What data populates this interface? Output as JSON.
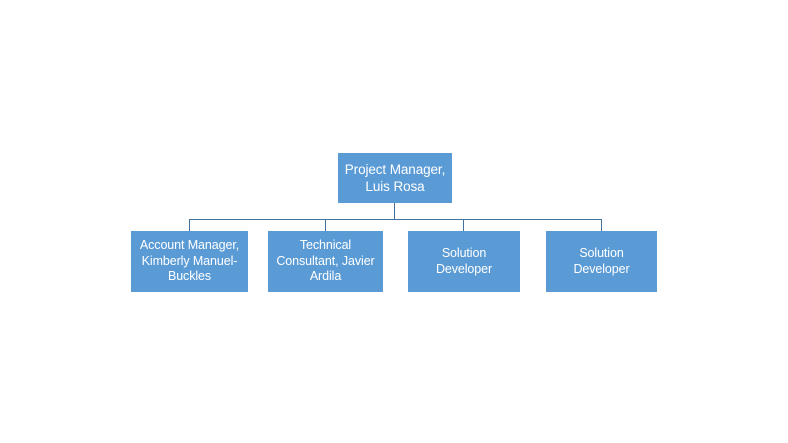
{
  "chart_data": {
    "type": "diagram",
    "diagram_type": "organizational-chart",
    "title": "",
    "orientation": "top-down",
    "node_fill_color": "#5B9BD5",
    "node_text_color": "#FFFFFF",
    "connector_color": "#41719C",
    "background_color": "#FFFFFF",
    "levels": 2,
    "nodes": [
      {
        "id": "root",
        "level": 0,
        "role": "Project Manager",
        "person": "Luis Rosa",
        "label": "Project Manager,\nLuis Rosa",
        "children": [
          "c1",
          "c2",
          "c3",
          "c4"
        ]
      },
      {
        "id": "c1",
        "level": 1,
        "role": "Account Manager",
        "person": "Kimberly Manuel-Buckles",
        "label": "Account Manager,\nKimberly Manuel-\nBuckles",
        "parent": "root"
      },
      {
        "id": "c2",
        "level": 1,
        "role": "Technical Consultant",
        "person": "Javier Ardila",
        "label": "Technical\nConsultant, Javier\nArdila",
        "parent": "root"
      },
      {
        "id": "c3",
        "level": 1,
        "role": "Solution Developer",
        "person": "",
        "label": "Solution\nDeveloper",
        "parent": "root"
      },
      {
        "id": "c4",
        "level": 1,
        "role": "Solution Developer",
        "person": "",
        "label": "Solution\nDeveloper",
        "parent": "root"
      }
    ],
    "edges": [
      {
        "from": "root",
        "to": "c1"
      },
      {
        "from": "root",
        "to": "c2"
      },
      {
        "from": "root",
        "to": "c3"
      },
      {
        "from": "root",
        "to": "c4"
      }
    ]
  }
}
